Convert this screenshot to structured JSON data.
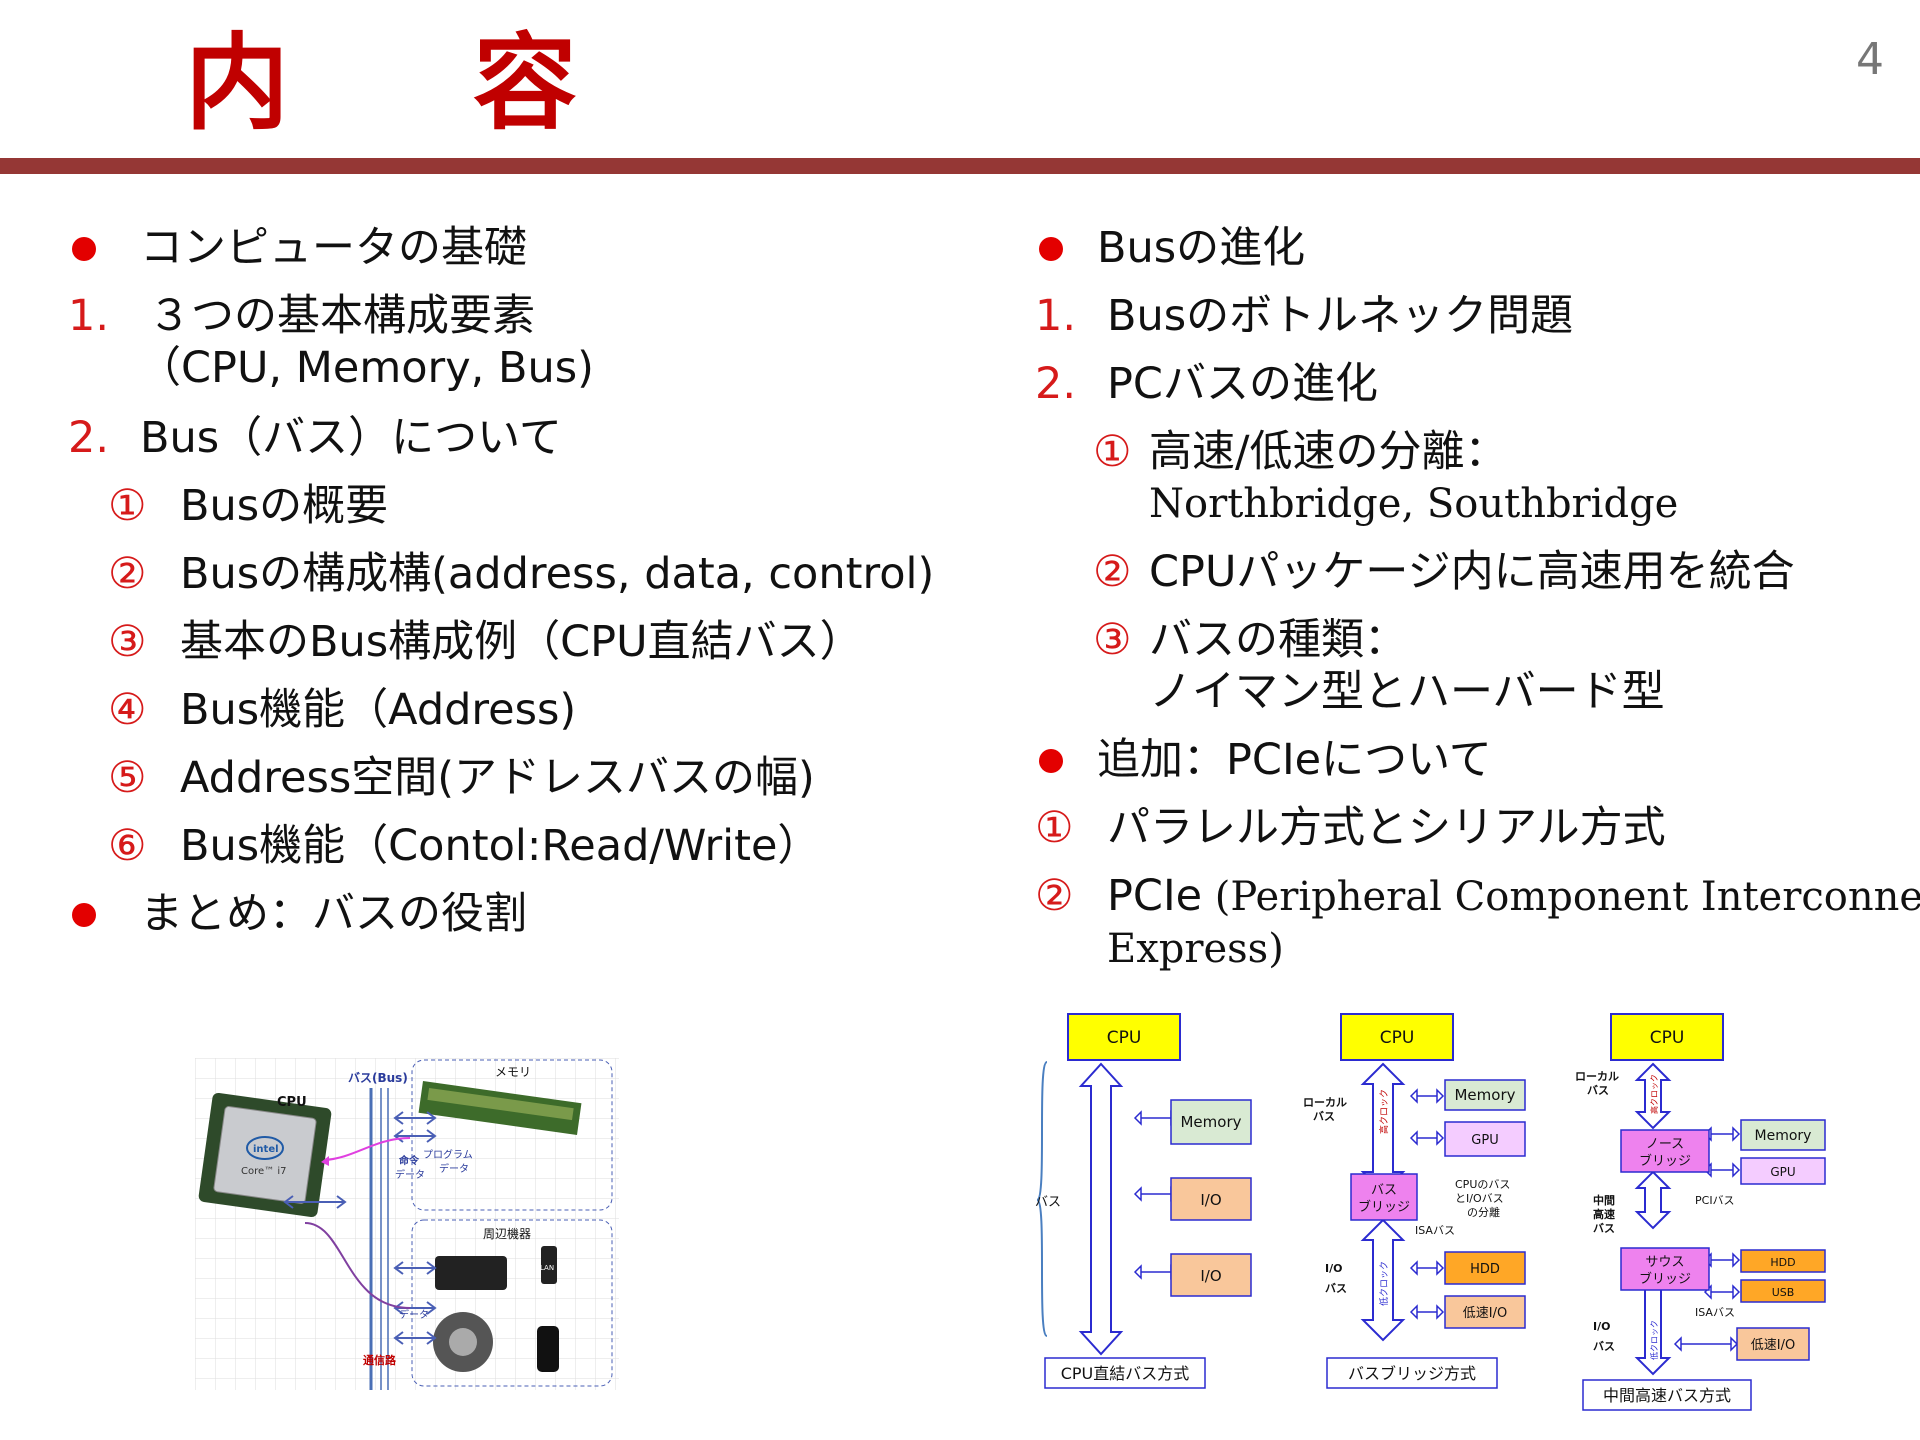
{
  "title": "内　容",
  "page_number": "4",
  "left": {
    "b1": "コンピュータの基礎",
    "n1_marker": "1.",
    "n1_line1": "３つの基本構成要素",
    "n1_line2": "（CPU, Memory, Bus)",
    "n2_marker": "2.",
    "n2_text": "Bus（バス）について",
    "subs": [
      {
        "marker": "①",
        "text": "Busの概要"
      },
      {
        "marker": "②",
        "text": "Busの構成構(address, data, control)"
      },
      {
        "marker": "③",
        "text": "基本のBus構成例（CPU直結バス）"
      },
      {
        "marker": "④",
        "text": "Bus機能（Address)"
      },
      {
        "marker": "⑤",
        "text": "Address空間(アドレスバスの幅)"
      },
      {
        "marker": "⑥",
        "text": "Bus機能（Contol:Read/Write）"
      }
    ],
    "b2": "まとめ：バスの役割"
  },
  "right": {
    "b1": "Busの進化",
    "n1_marker": "1.",
    "n1_text": "Busのボトルネック問題",
    "n2_marker": "2.",
    "n2_text": "PCバスの進化",
    "s1_marker": "①",
    "s1_line1": "高速/低速の分離：",
    "s1_line2": "Northbridge, Southbridge",
    "s2_marker": "②",
    "s2_text": "CPUパッケージ内に高速用を統合",
    "s3_marker": "③",
    "s3_line1": "バスの種類：",
    "s3_line2": "ノイマン型とハーバード型",
    "b2": "追加：PCIeについて",
    "p1_marker": "①",
    "p1_text": "パラレル方式とシリアル方式",
    "p2_marker": "②",
    "p2_lead": "PCIe",
    "p2_paren": " (Peripheral Component Interconnect",
    "p2_line2": "Express)"
  },
  "fig_left": {
    "bus": "バス(Bus)",
    "cpu": "CPU",
    "intel": "intel",
    "core": "Core™ i7",
    "memory": "メモリ",
    "program": "プログラム",
    "data": "データ",
    "instr": "命令",
    "instr_data": "データ",
    "periph": "周辺機器",
    "data2": "データ",
    "lan": "LAN",
    "path": "通信路"
  },
  "fig_right": {
    "d1": {
      "cpu": "CPU",
      "bus": "バス",
      "memory": "Memory",
      "io1": "I/O",
      "io2": "I/O",
      "caption": "CPU直結バス方式"
    },
    "d2": {
      "cpu": "CPU",
      "local1": "ローカル",
      "local2": "バス",
      "fast": "高クロック",
      "memory": "Memory",
      "gpu": "GPU",
      "bridge1": "バス",
      "bridge2": "ブリッジ",
      "note1": "CPUのバス",
      "note2": "とI/Oバス",
      "note3": "の分離",
      "isa": "ISAバス",
      "io1": "I/O",
      "io2": "バス",
      "slow": "低クロック",
      "hdd": "HDD",
      "lowio": "低速I/O",
      "caption": "バスブリッジ方式"
    },
    "d3": {
      "cpu": "CPU",
      "local1": "ローカル",
      "local2": "バス",
      "fast": "高クロック",
      "north1": "ノース",
      "north2": "ブリッジ",
      "memory": "Memory",
      "gpu": "GPU",
      "mid1": "中間",
      "mid2": "高速",
      "mid3": "バス",
      "pci": "PCIバス",
      "south1": "サウス",
      "south2": "ブリッジ",
      "hdd": "HDD",
      "usb": "USB",
      "isa": "ISAバス",
      "io1": "I/O",
      "io2": "バス",
      "slow": "低クロック",
      "lowio": "低速I/O",
      "caption": "中間高速バス方式"
    }
  }
}
